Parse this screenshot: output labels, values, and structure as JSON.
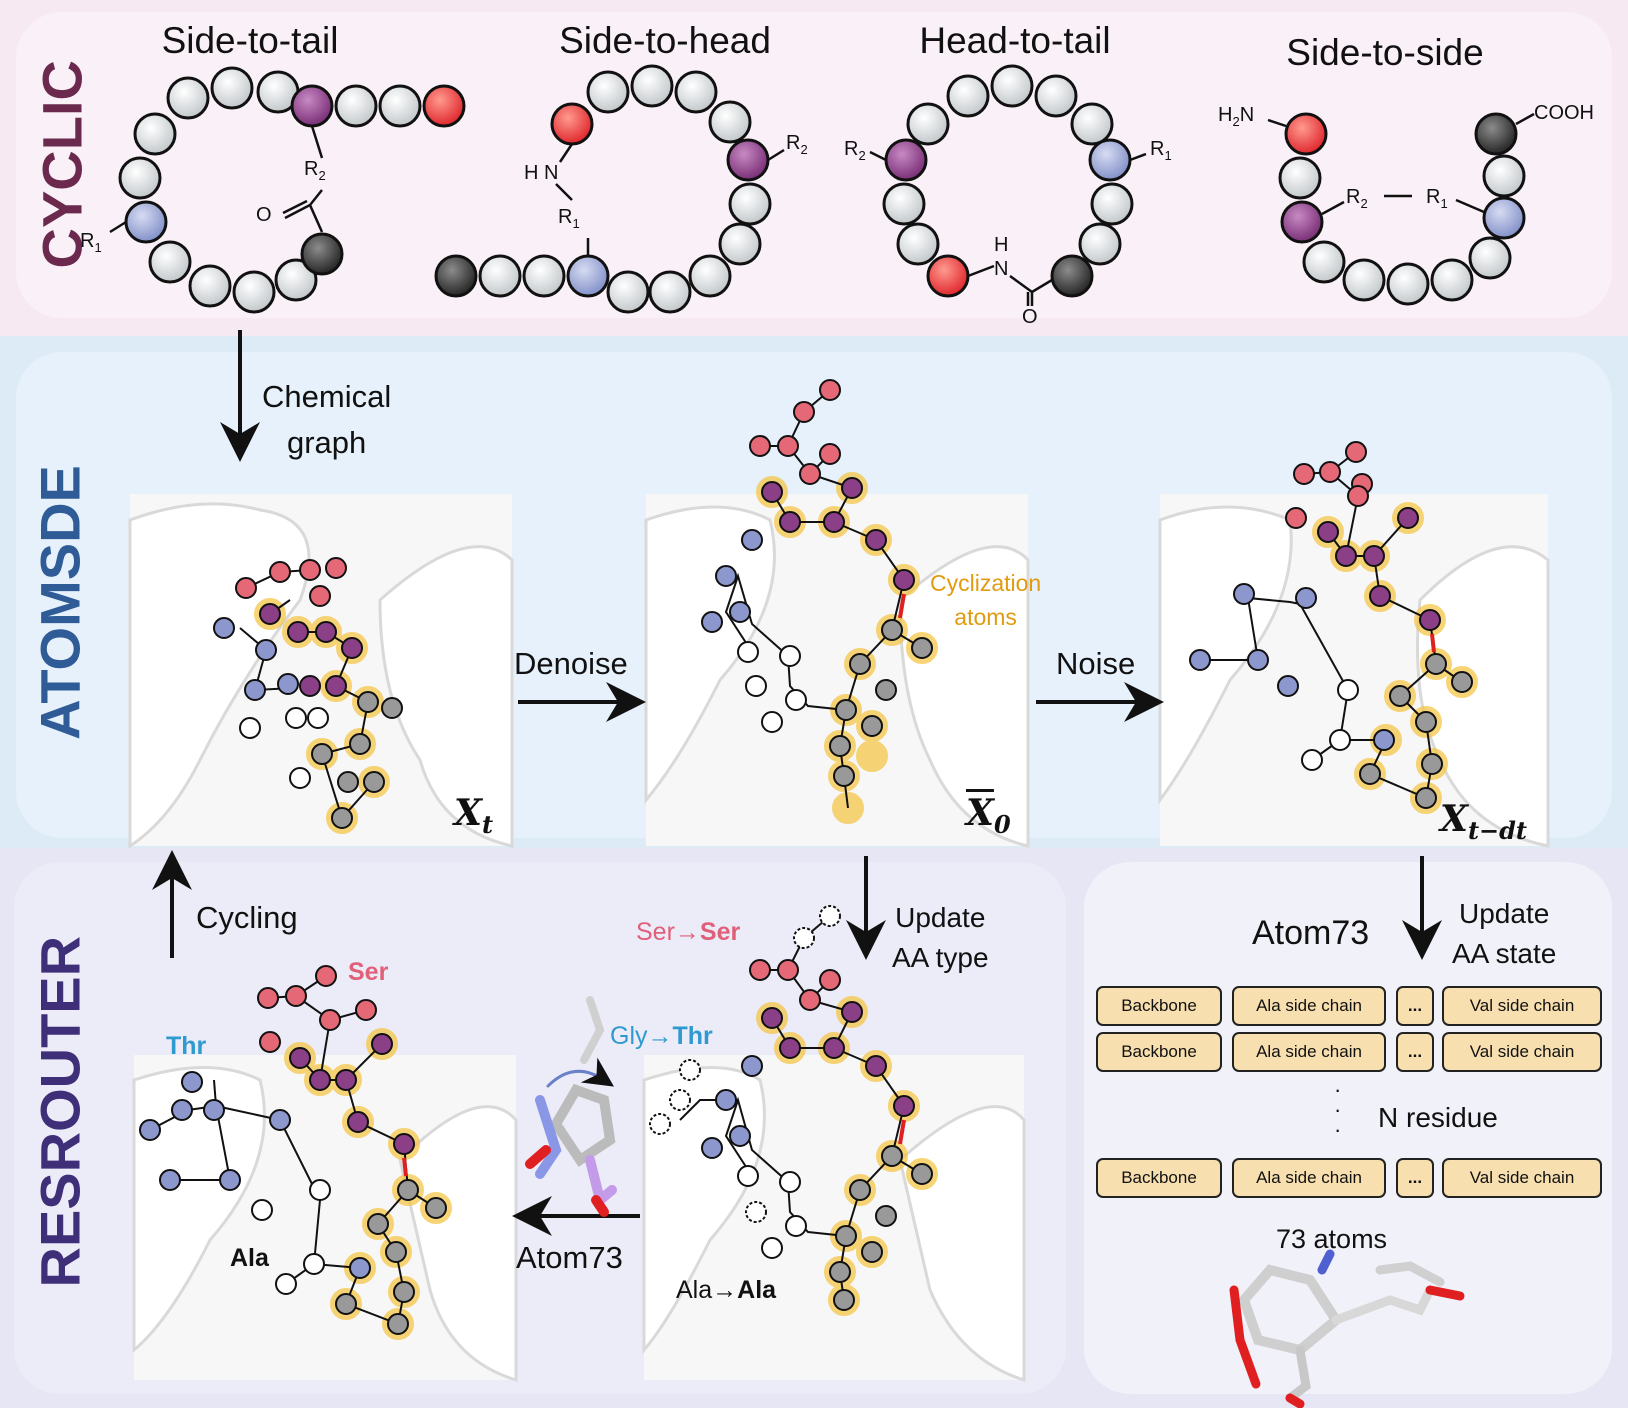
{
  "sections": {
    "cyclic": "CYCLIC",
    "atomsde": "ATOMSDE",
    "resrouter": "RESROUTER"
  },
  "cyclic_types": [
    "Side-to-tail",
    "Side-to-head",
    "Head-to-tail",
    "Side-to-side"
  ],
  "chem_labels": {
    "r1": "R",
    "r2": "R",
    "sub1": "1",
    "sub2": "2",
    "o": "O",
    "hn": "H N",
    "h": "H",
    "n": "N",
    "h2n": "H",
    "h2n_sub": "2",
    "h2n_n": "N",
    "cooh": "COOH"
  },
  "arrows": {
    "chemical_graph_1": "Chemical",
    "chemical_graph_2": "graph",
    "denoise": "Denoise",
    "noise": "Noise",
    "cycling": "Cycling",
    "update_aa_type_1": "Update",
    "update_aa_type_2": "AA type",
    "update_aa_state_1": "Update",
    "update_aa_state_2": "AA state",
    "atom73": "Atom73"
  },
  "states": {
    "xt": "X",
    "xt_sub": "t",
    "x0": "X",
    "x0_sub": "0",
    "xtdt": "X",
    "xtdt_sub": "t−dt"
  },
  "cyclization_1": "Cyclization",
  "cyclization_2": "atoms",
  "residues": {
    "thr": "Thr",
    "ser": "Ser",
    "ala": "Ala",
    "ser_change_a": "Ser→",
    "ser_change_b": "Ser",
    "gly_change_a": "Gly→",
    "gly_change_b": "Thr",
    "ala_change_a": "Ala→",
    "ala_change_b": "Ala"
  },
  "atom73_panel": {
    "title": "Atom73",
    "rows": [
      [
        "Backbone",
        "Ala  side chain",
        "...",
        "Val side chain"
      ],
      [
        "Backbone",
        "Ala  side chain",
        "...",
        "Val side chain"
      ],
      [
        "Backbone",
        "Ala  side chain",
        "...",
        "Val side chain"
      ]
    ],
    "n_residue": "N residue",
    "atoms_label": "73 atoms"
  },
  "colors": {
    "red": "#e8434a",
    "purple": "#8a3f86",
    "blue": "#8c98cd",
    "grey": "#d8dcde",
    "dark": "#3c3c3c",
    "gold": "#f5b400",
    "cyclic_text": "#6b2a4d",
    "atomsde_text": "#2f5b97",
    "resrouter_text": "#3e2f78",
    "cyclization_text": "#e09b10",
    "ser_text": "#e0607a",
    "thr_text": "#2e9ad0"
  }
}
